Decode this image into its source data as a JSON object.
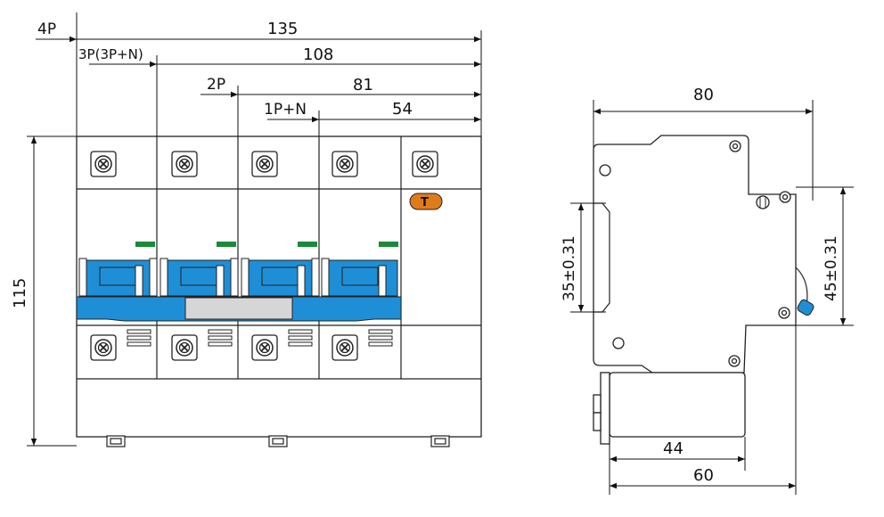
{
  "front_view": {
    "dimensions": {
      "total_4p": "135",
      "label_4p": "4P",
      "total_3p": "108",
      "label_3p": "3P(3P+N)",
      "total_2p": "81",
      "label_2p": "2P",
      "total_1pn": "54",
      "label_1pn": "1P+N",
      "height": "115"
    },
    "test_button": "T",
    "colors": {
      "handle_blue": "#1e8fd6",
      "indicator_green": "#1a8a3a",
      "test_orange": "#e07b1a"
    }
  },
  "side_view": {
    "dimensions": {
      "depth_total": "80",
      "rail_width_left": "35±0.31",
      "rail_width_right": "45±0.31",
      "depth_44": "44",
      "depth_60": "60"
    }
  }
}
